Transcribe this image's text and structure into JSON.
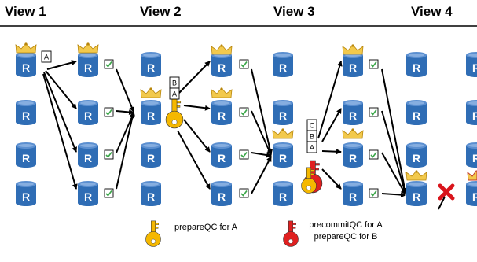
{
  "views": [
    {
      "title": "View 1"
    },
    {
      "title": "View 2"
    },
    {
      "title": "View 3"
    },
    {
      "title": "View 4"
    }
  ],
  "replica_label": "R",
  "qc_blocks": {
    "view1": [
      "A"
    ],
    "view2": [
      "B",
      "A"
    ],
    "view3": [
      "C",
      "B",
      "A"
    ]
  },
  "legend": {
    "gold_key_label": "prepareQC for A",
    "red_key_lines": [
      "precommitQC for A",
      "prepareQC for B"
    ]
  },
  "colors": {
    "replica_blue": "#2f6db5",
    "crown_gold": "#f2c94c",
    "gold_key": "#f5b800",
    "red_key": "#e02020",
    "vote_check": "#3aa648",
    "fault_x": "#d9141b"
  },
  "icons": [
    "database-icon",
    "crown-icon",
    "checkbox-vote-icon",
    "gold-key-icon",
    "red-key-icon",
    "red-x-icon"
  ]
}
